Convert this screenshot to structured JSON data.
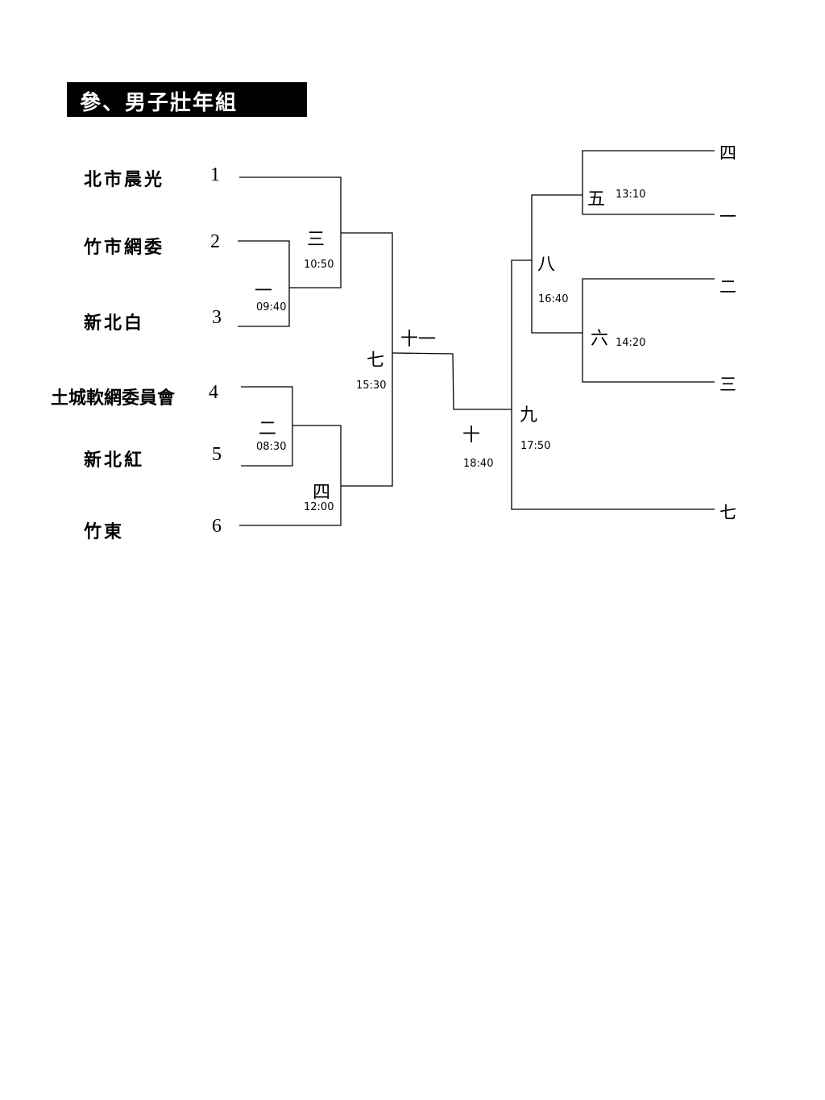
{
  "title": "參、男子壯年組",
  "teams": [
    {
      "name": "北市晨光",
      "seed": "1"
    },
    {
      "name": "竹市網委",
      "seed": "2"
    },
    {
      "name": "新北白",
      "seed": "3"
    },
    {
      "name": "土城軟網委員會",
      "seed": "4"
    },
    {
      "name": "新北紅",
      "seed": "5"
    },
    {
      "name": "竹東",
      "seed": "6"
    }
  ],
  "matches": [
    {
      "label": "一",
      "time": "09:40"
    },
    {
      "label": "二",
      "time": "08:30"
    },
    {
      "label": "三",
      "time": "10:50"
    },
    {
      "label": "四",
      "time": "12:00"
    },
    {
      "label": "七",
      "time": "15:30"
    },
    {
      "label": "十一",
      "time": ""
    },
    {
      "label": "十",
      "time": "18:40"
    },
    {
      "label": "九",
      "time": "17:50"
    },
    {
      "label": "八",
      "time": "16:40"
    },
    {
      "label": "五",
      "time": "13:10"
    },
    {
      "label": "六",
      "time": "14:20"
    }
  ],
  "right_entries": [
    "四",
    "一",
    "二",
    "三",
    "七"
  ],
  "colors": {
    "line": "#000000",
    "title_bg": "#000000",
    "title_text": "#ffffff"
  }
}
